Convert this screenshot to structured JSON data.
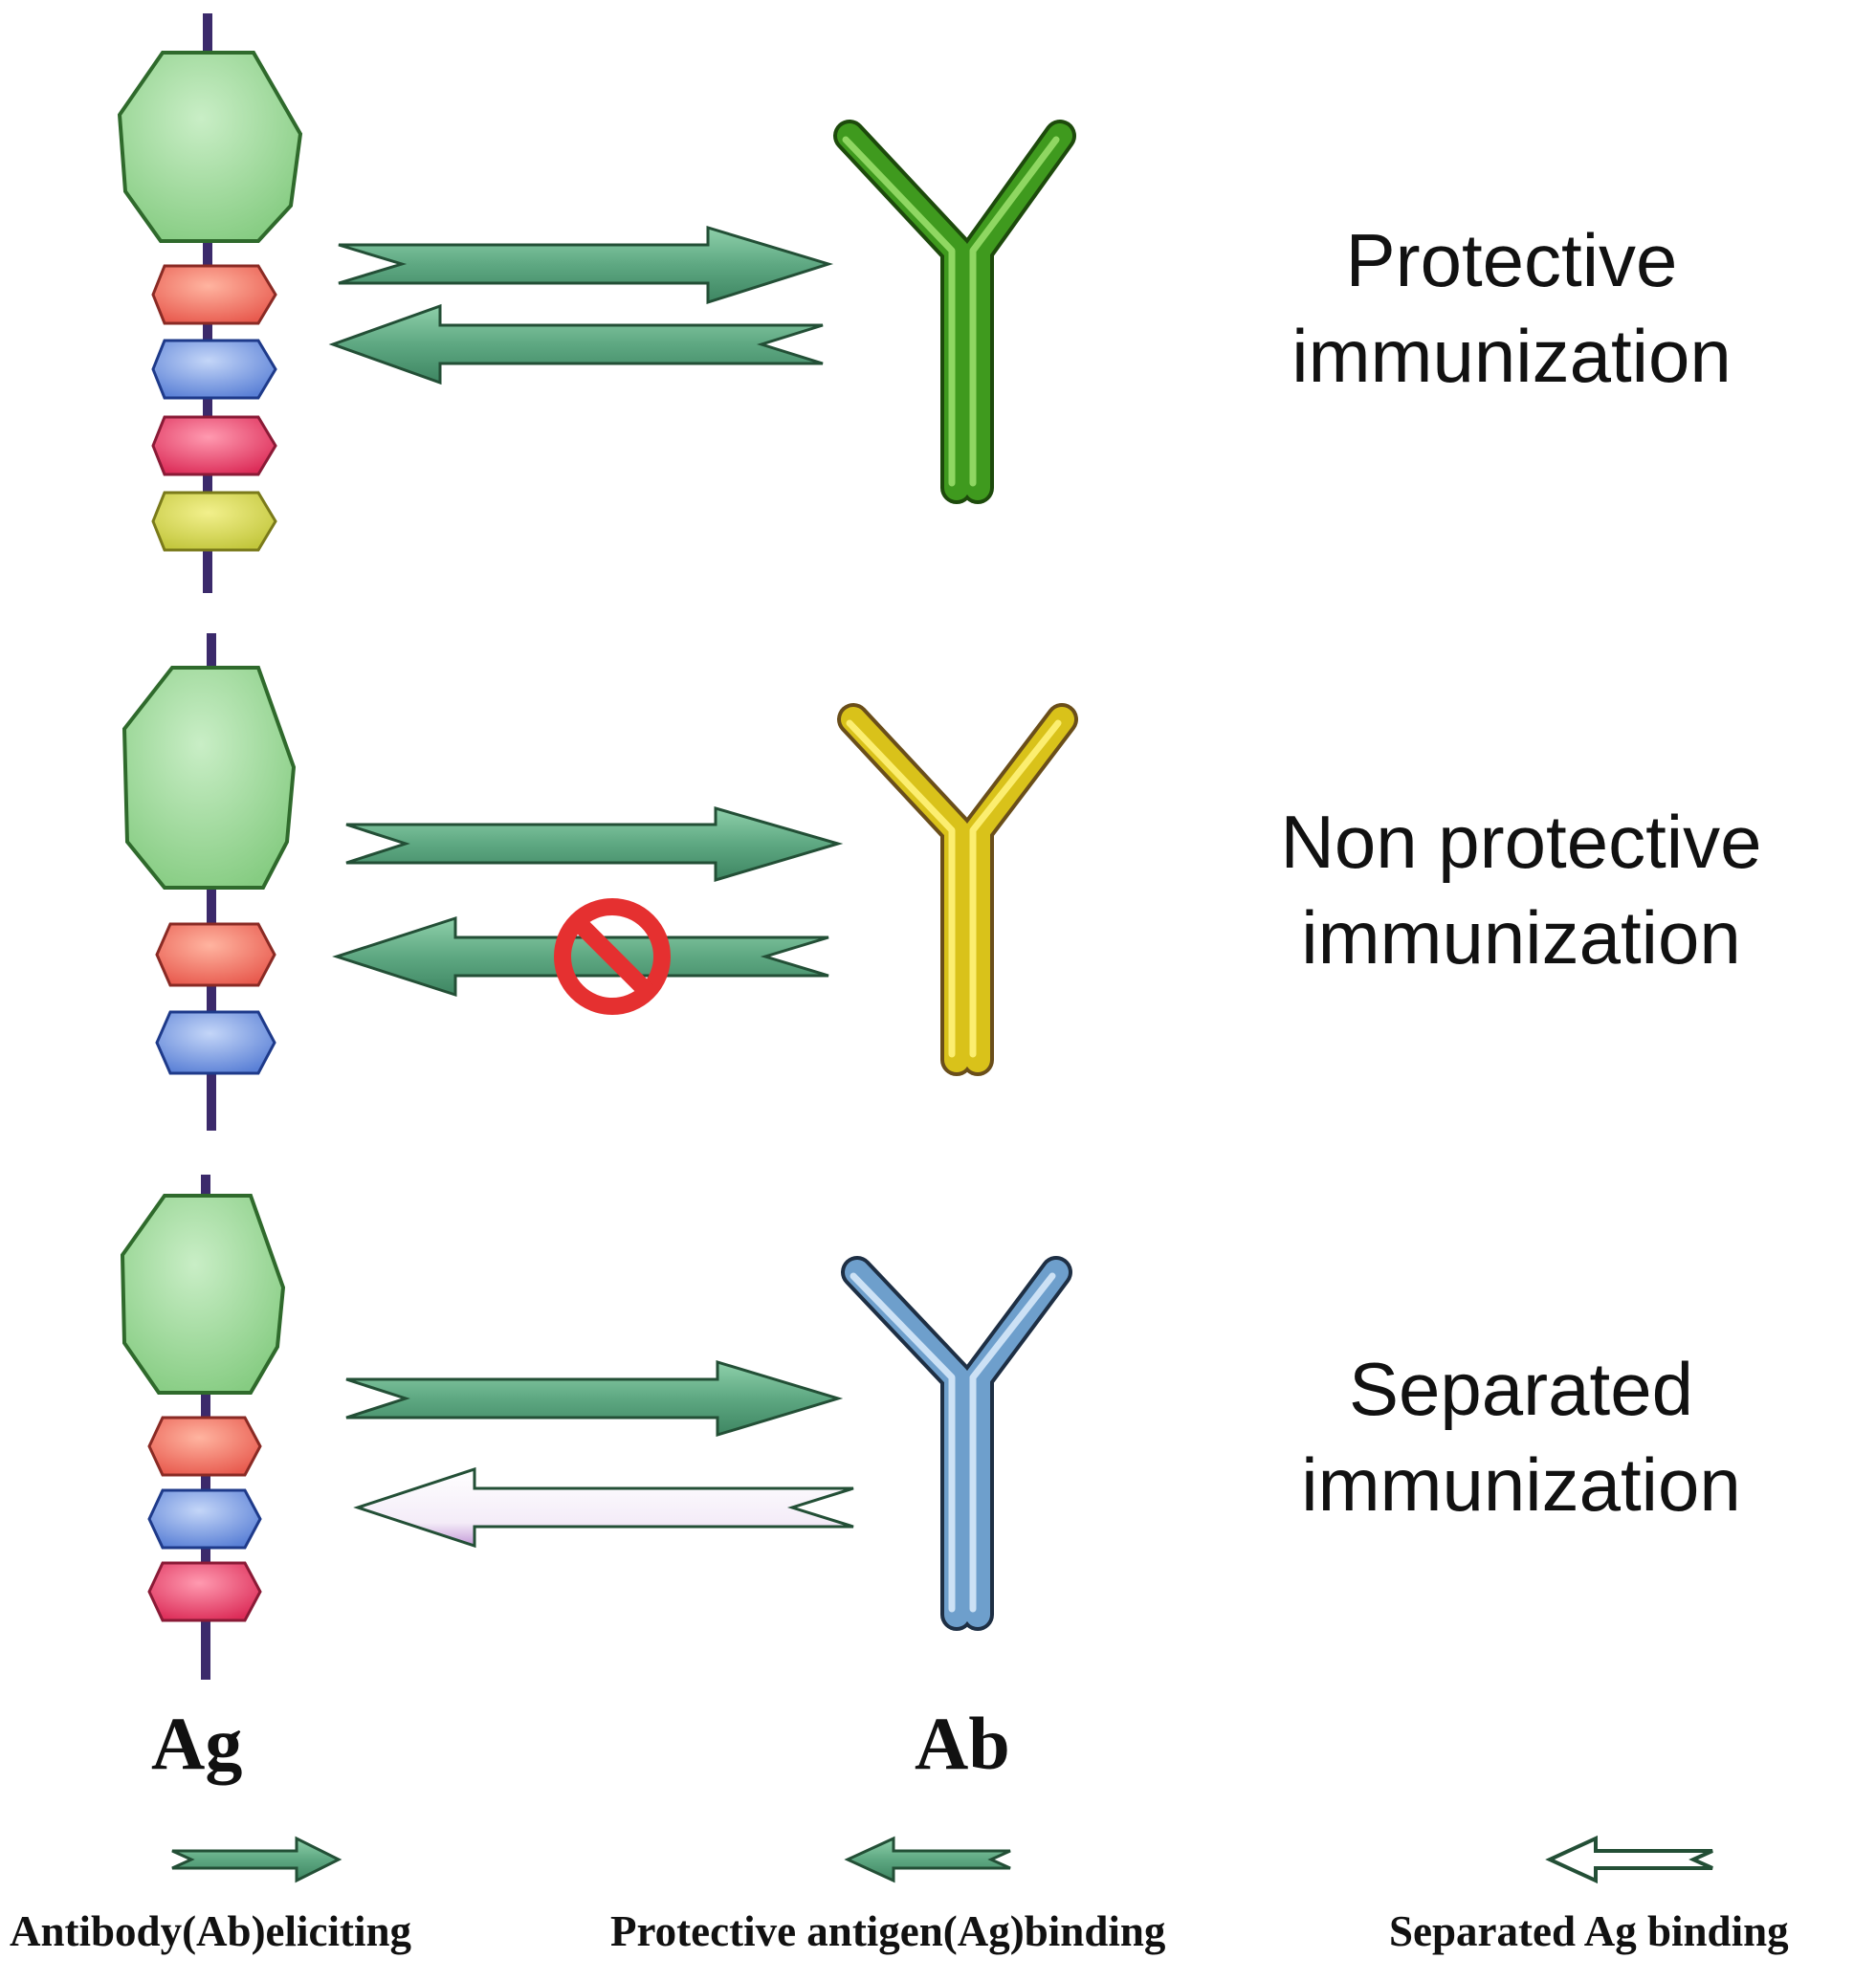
{
  "rows": [
    {
      "label_line1": "Protective",
      "label_line2": "immunization",
      "antibody_color": "#3f9a1e",
      "epitopes": [
        "red",
        "blue",
        "pink",
        "yellow"
      ],
      "binding_arrow": "protective",
      "blocked": false
    },
    {
      "label_line1": "Non protective",
      "label_line2": "immunization",
      "antibody_color": "#d9c21a",
      "epitopes": [
        "red",
        "blue"
      ],
      "binding_arrow": "protective",
      "blocked": true
    },
    {
      "label_line1": "Separated",
      "label_line2": "immunization",
      "antibody_color": "#6e9fcc",
      "epitopes": [
        "red",
        "blue",
        "pink"
      ],
      "binding_arrow": "separated",
      "blocked": false
    }
  ],
  "axis": {
    "antigen": "Ag",
    "antibody": "Ab"
  },
  "legend": [
    {
      "label": "Antibody(Ab)eliciting",
      "icon": "right-arrow-icon"
    },
    {
      "label": "Protective antigen(Ag)binding",
      "icon": "left-arrow-icon"
    },
    {
      "label": "Separated Ag binding",
      "icon": "outline-left-arrow-icon"
    }
  ],
  "colors": {
    "antigen_body": "#9fd89c",
    "antigen_stem": "#3b2a6b",
    "arrow_fill": "#6fb892",
    "arrow_stroke": "#234f36",
    "block_sign": "#e53030"
  }
}
